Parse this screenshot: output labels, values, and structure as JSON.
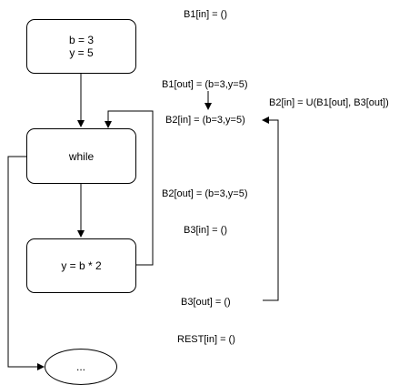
{
  "nodes": {
    "b1_line1": "b = 3",
    "b1_line2": "y = 5",
    "b2": "while",
    "b3": "y = b * 2",
    "rest": "..."
  },
  "annotations": {
    "b1_in": "B1[in] = ()",
    "b1_out": "B1[out] = (b=3,y=5)",
    "b2_in": "B2[in] = (b=3,y=5)",
    "b2_in_union": "B2[in] = U(B1[out], B3[out])",
    "b2_out": "B2[out] = (b=3,y=5)",
    "b3_in": "B3[in] = ()",
    "b3_out": "B3[out] = ()",
    "rest_in": "REST[in] = ()"
  }
}
